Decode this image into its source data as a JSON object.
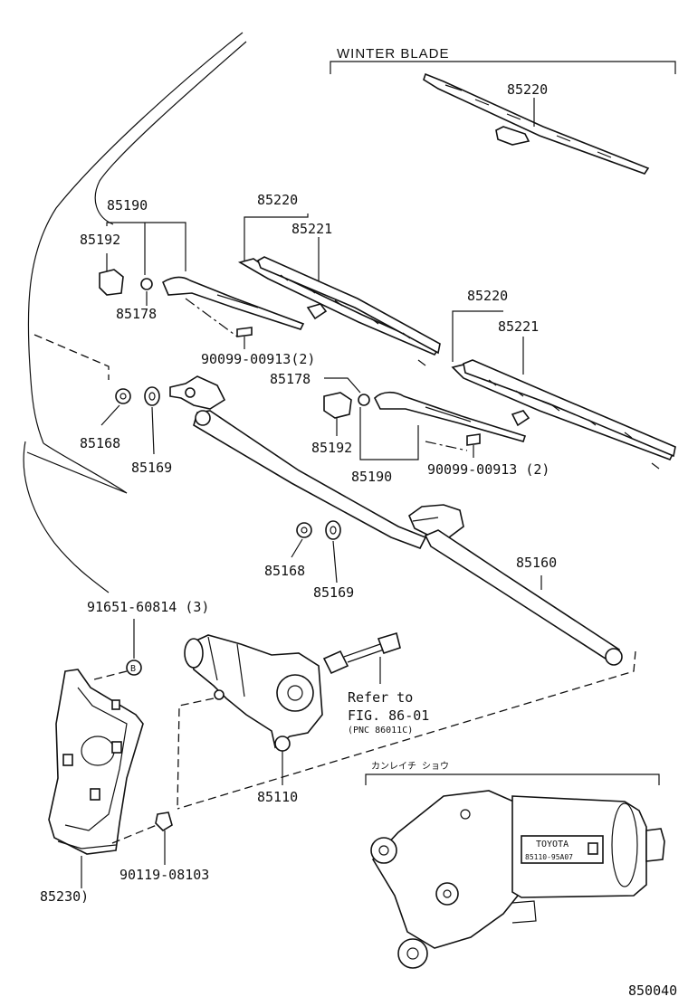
{
  "headers": {
    "winter_blade": "WINTER BLADE",
    "kanreichi": "カンレイチ ショウ"
  },
  "labels": {
    "p85220_winter": "85220",
    "p85190_left": "85190",
    "p85192_left": "85192",
    "p85178_left": "85178",
    "p85220_left": "85220",
    "p85221_left": "85221",
    "p90099_left": "90099-00913(2)",
    "p85168_left": "85168",
    "p85169_left": "85169",
    "p85220_right": "85220",
    "p85221_right": "85221",
    "p85178_right": "85178",
    "p85192_right": "85192",
    "p85190_right": "85190",
    "p90099_right": "90099-00913 (2)",
    "p85168_mid": "85168",
    "p85169_mid": "85169",
    "p85160": "85160",
    "p91651": "91651-60814 (3)",
    "refer_to": "Refer to",
    "fig": "FIG. 86-01",
    "pnc": "(PNC 86011C)",
    "p85110": "85110",
    "p90119": "90119-08103",
    "p85230": "85230)",
    "callout_b": "B",
    "motor_brand": "TOYOTA",
    "motor_number": "85110-95A07",
    "figure_code": "850040"
  }
}
